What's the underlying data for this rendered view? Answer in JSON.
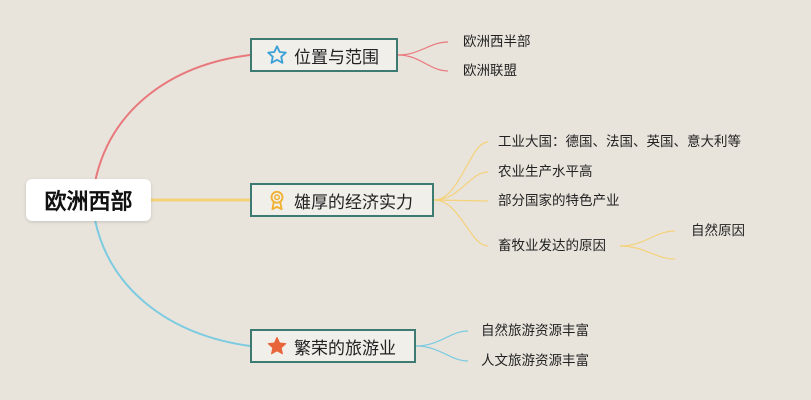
{
  "root": {
    "label": "欧洲西部"
  },
  "branches": [
    {
      "label": "位置与范围",
      "icon": "star-outline-icon",
      "color": "#e9787c",
      "children": [
        "欧洲西半部",
        "欧洲联盟"
      ]
    },
    {
      "label": "雄厚的经济实力",
      "icon": "award-ribbon-icon",
      "color": "#f5d27a",
      "children": [
        "工业大国：德国、法国、英国、意大利等",
        "农业生产水平高",
        "部分国家的特色产业",
        "畜牧业发达的原因"
      ],
      "grandchildren": [
        "自然原因"
      ]
    },
    {
      "label": "繁荣的旅游业",
      "icon": "star-filled-icon",
      "color": "#7ccbe0",
      "children": [
        "自然旅游资源丰富",
        "人文旅游资源丰富"
      ]
    }
  ],
  "colors": {
    "background": "#e8e4dc",
    "branch_border": "#3d7a72",
    "star_outline": "#3aa0d6",
    "award": "#f0b030",
    "star_filled": "#e8643a"
  }
}
